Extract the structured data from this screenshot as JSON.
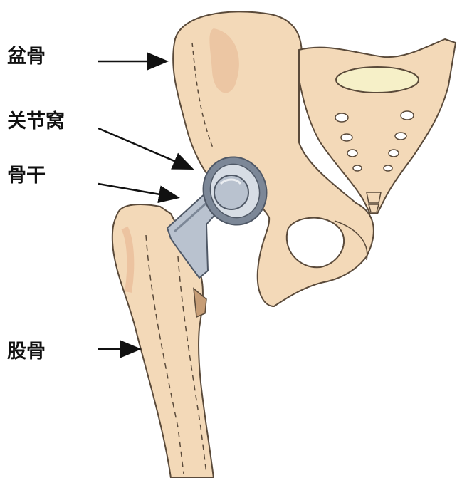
{
  "labels": {
    "pelvis": "盆骨",
    "acetabular_cup": "关节窝",
    "femoral_stem": "骨干",
    "femur": "股骨"
  },
  "colors": {
    "bone": "#f3d9b8",
    "bone_shade": "#e8b995",
    "bone_outline": "#5a4a3a",
    "implant": "#b9c2cf",
    "implant_dark": "#7c8797",
    "sacrum_top": "#f6f0c8",
    "arrow": "#111111"
  }
}
